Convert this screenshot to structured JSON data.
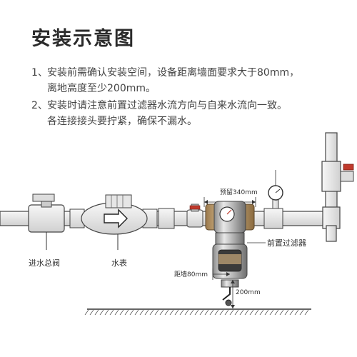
{
  "title": "安装示意图",
  "steps": [
    {
      "num": "1、",
      "line1": "安装前需确认安装空间，设备距离墙面要求大于80mm，",
      "line2": "离地高度至少200mm。"
    },
    {
      "num": "2、",
      "line1": "安装时请注意前置过滤器水流方向与自来水流向一致。",
      "line2": "各连接接头要拧紧，确保不漏水。"
    }
  ],
  "labels": {
    "main_valve": "进水总阀",
    "water_meter": "水表",
    "prefilter": "前置过滤器",
    "reserve": "预留340mm",
    "wall_distance": "距墙80mm",
    "floor_height": "200mm"
  },
  "colors": {
    "pipe_fill": "#ececec",
    "pipe_stroke": "#444444",
    "valve_handle": "#c0392b"
  }
}
